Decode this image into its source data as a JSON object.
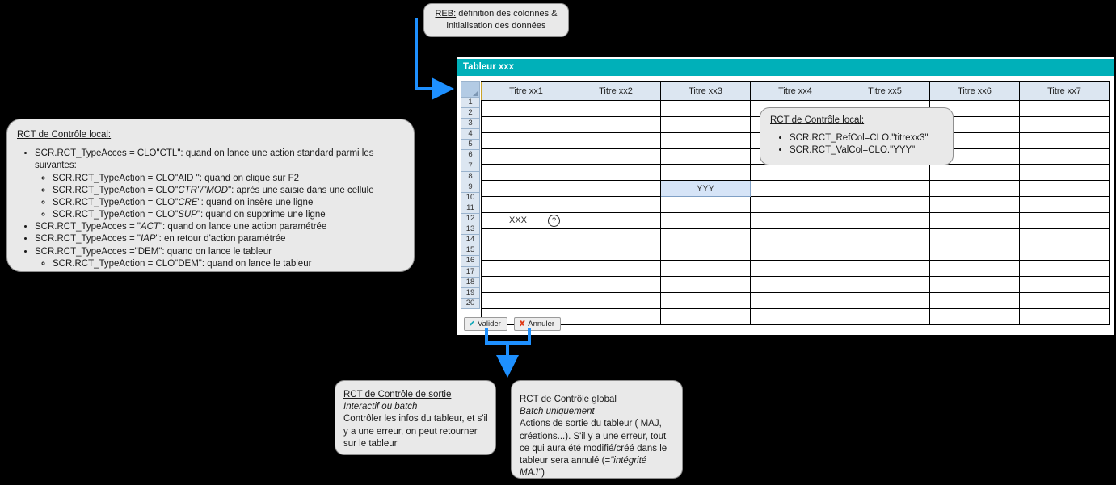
{
  "colors": {
    "accent_teal": "#00b0b9",
    "arrow_blue": "#1e90ff",
    "callout_bg": "#e9e9e9",
    "header_cell": "#dce6f1",
    "selected_cell": "#d6e4f7",
    "check_green": "#13a8b8",
    "cross_red": "#e03a16"
  },
  "reb_note": {
    "title": "REB:",
    "line1_rest": " définition des colonnes &",
    "line2": "initialisation des données"
  },
  "rct_local_left": {
    "title": "RCT de Contrôle local:",
    "items": [
      {
        "pre": "SCR.RCT_TypeAcces = CLO\"CTL\": quand on lance une action standard parmi les suivantes:",
        "sub": [
          {
            "a": "SCR.RCT_TypeAction = CLO\"AID \"",
            "b": ": quand on clique sur F2",
            "em": ""
          },
          {
            "a": "SCR.RCT_TypeAction = CLO\"",
            "em": "CTR\"/\"MOD",
            "b": "\": après une saisie dans une cellule"
          },
          {
            "a": "SCR.RCT_TypeAction = CLO\"",
            "em": "CRE",
            "b": "\": quand on insère une ligne"
          },
          {
            "a": "SCR.RCT_TypeAction = CLO\"",
            "em": "SUP",
            "b": "\": quand on supprime une ligne"
          }
        ]
      },
      {
        "a": "SCR.RCT_TypeAcces = \"",
        "em": "ACT",
        "b": "\": quand on lance une action paramétrée",
        "sub": []
      },
      {
        "a": "SCR.RCT_TypeAcces = \"",
        "em": "IAP",
        "b": "\": en retour d'action paramétrée",
        "sub": []
      },
      {
        "a": "SCR.RCT_TypeAcces =\"DEM\": quand on lance le tableur",
        "em": "",
        "b": "",
        "sub": [
          {
            "a": "SCR.RCT_TypeAction = CLO\"DEM\": quand on lance le tableur",
            "em": "",
            "b": ""
          }
        ]
      }
    ]
  },
  "rct_local_cell": {
    "title": "RCT de Contrôle local:",
    "items": [
      "SCR.RCT_RefCol=CLO.\"titrexx3\"",
      "SCR.RCT_ValCol=CLO.\"YYY\""
    ]
  },
  "rct_sortie": {
    "title": "RCT de Contrôle de sortie",
    "subtitle": "Interactif ou batch",
    "body": "Contrôler les infos du tableur, et s'il y a une erreur, on peut retourner sur le tableur"
  },
  "rct_global": {
    "title": "RCT de Contrôle global",
    "subtitle": "Batch uniquement",
    "body_pre": "Actions de sortie du tableur ( MAJ, créations...). S'il y a une erreur, tout ce qui aura été modifié/créé dans le tableur sera annulé (=",
    "body_em": "\"intégrité MAJ\"",
    "body_post": ")"
  },
  "spreadsheet": {
    "title": "Tableur xxx",
    "columns": [
      "Titre xx1",
      "Titre xx2",
      "Titre xx3",
      "Titre xx4",
      "Titre xx5",
      "Titre xx6",
      "Titre xx7"
    ],
    "row_numbers": [
      "1",
      "2",
      "3",
      "4",
      "5",
      "6",
      "7",
      "8",
      "9",
      "10",
      "11",
      "12",
      "13",
      "14",
      "15",
      "16",
      "17",
      "18",
      "19",
      "20"
    ],
    "cells": {
      "yyy_value": "YYY",
      "yyy_row": 5,
      "yyy_col": 2,
      "xxx_value": "XXX",
      "xxx_row": 7,
      "xxx_col": 0,
      "xxx_help_icon": "question-mark-circle-icon"
    },
    "buttons": [
      {
        "label": "Valider",
        "glyph": "✔",
        "kind": "ok"
      },
      {
        "label": "Annuler",
        "glyph": "✘",
        "kind": "no"
      }
    ]
  }
}
